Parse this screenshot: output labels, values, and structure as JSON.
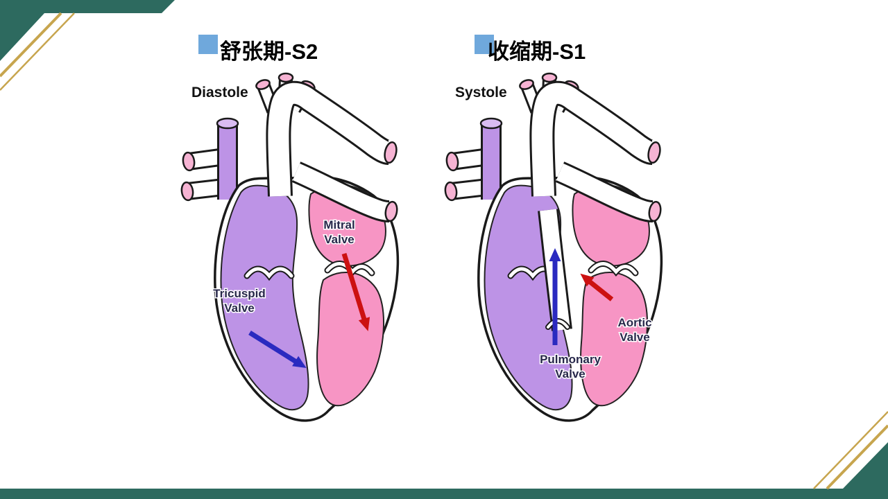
{
  "slide": {
    "background": "#ffffff",
    "headers": {
      "left": "舒张期-S2",
      "right": "收缩期-S1"
    },
    "colors": {
      "teal": "#2d6a5f",
      "gold": "#c7a54e",
      "header_square": "#6fa8dc",
      "heart_outline": "#1a1a1a",
      "purple_chamber": "#bd93e6",
      "purple_cap": "#d9bcf2",
      "pink_chamber": "#f795c4",
      "pink_cap": "#f6b3d3",
      "arrow_red": "#cc1111",
      "arrow_blue": "#2a2ac0",
      "label_text": "#27274a"
    },
    "diagrams": {
      "left": {
        "title": "Diastole",
        "labels": {
          "mitral": [
            "Mitral",
            "Valve"
          ],
          "tricuspid": [
            "Tricuspid",
            "Valve"
          ]
        }
      },
      "right": {
        "title": "Systole",
        "labels": {
          "pulmonary": [
            "Pulmonary",
            "Valve"
          ],
          "aortic": [
            "Aortic",
            "Valve"
          ]
        }
      }
    }
  }
}
